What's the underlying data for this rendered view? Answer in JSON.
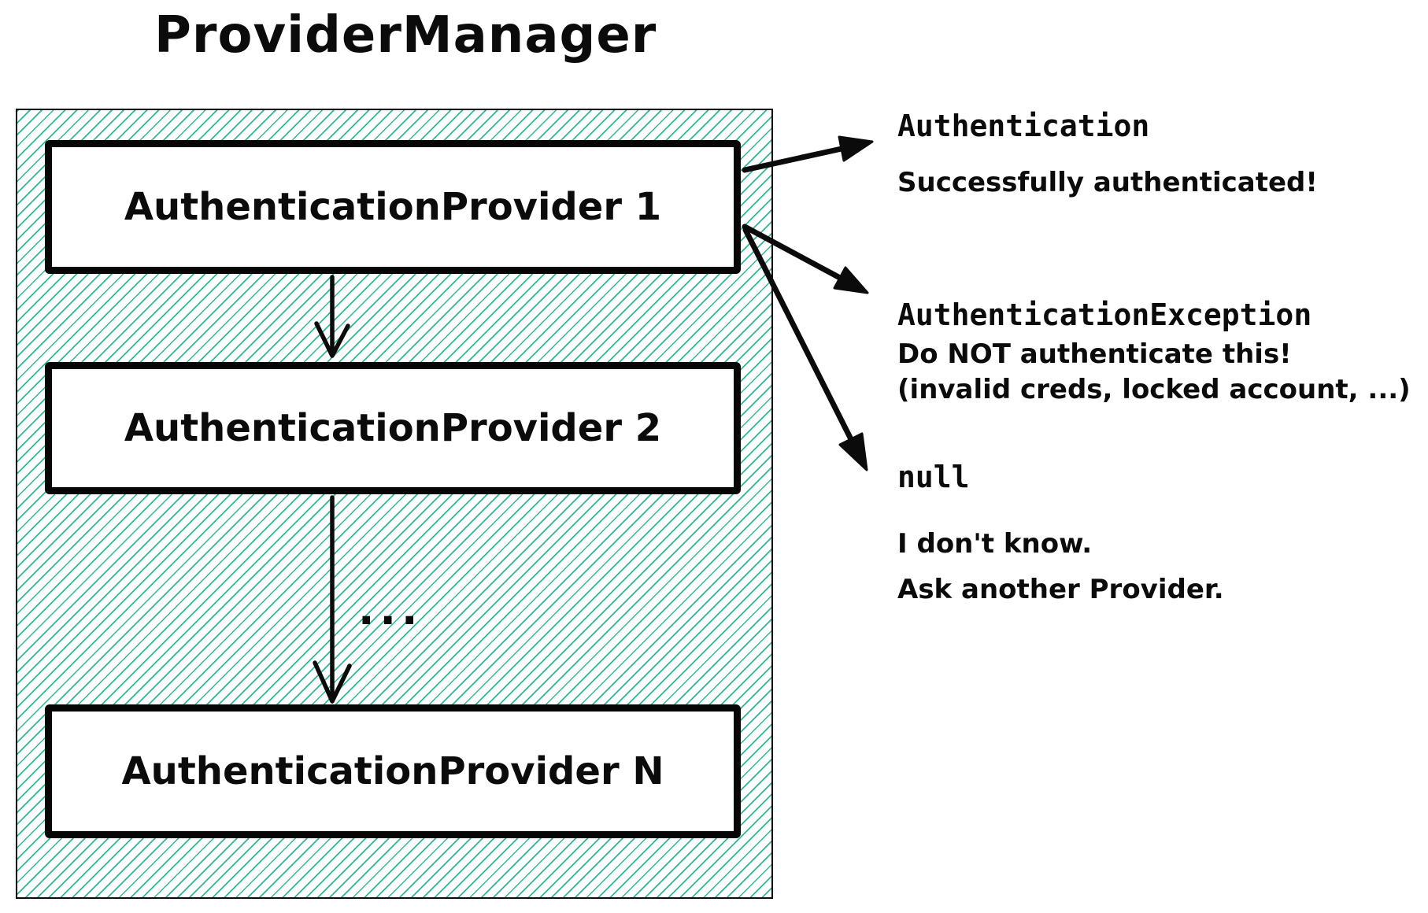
{
  "title": "ProviderManager",
  "provider_chain": {
    "providers": [
      "AuthenticationProvider 1",
      "AuthenticationProvider 2",
      "AuthenticationProvider N"
    ],
    "ellipsis": "..."
  },
  "outcomes": [
    {
      "type": "Authentication",
      "description_lines": [
        "Successfully authenticated!"
      ]
    },
    {
      "type": "AuthenticationException",
      "description_lines": [
        "Do NOT authenticate this!",
        "(invalid creds, locked account, ...)"
      ]
    },
    {
      "type": "null",
      "description_lines": [
        "I don't know.",
        "Ask another Provider."
      ]
    }
  ],
  "colors": {
    "hatch": "#2db996",
    "stroke": "#0b0b0b",
    "background": "#ffffff"
  }
}
